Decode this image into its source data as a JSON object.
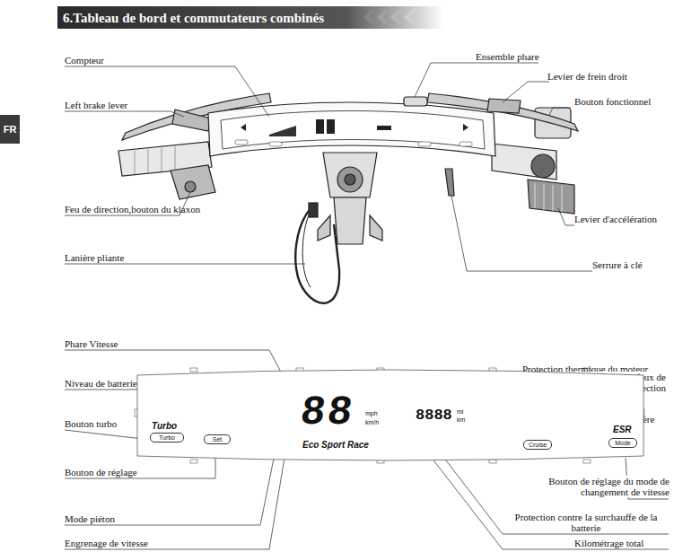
{
  "diagram": {
    "title": "6.Tableau de bord et commutateurs combinés",
    "nodes": [
      {
        "text": [
          "FR"
        ]
      },
      {
        "text": [
          "88",
          "mph",
          "km/h",
          "8888",
          "mi",
          "km",
          "Eco Sport Race",
          "Turbo",
          "ESR"
        ]
      },
      {
        "text": [
          "Turbo"
        ],
        "in": 1
      },
      {
        "text": [
          "Set"
        ],
        "in": 1
      },
      {
        "text": [
          "Cruise"
        ],
        "in": 1
      },
      {
        "text": [
          "Mode"
        ],
        "in": 1
      }
    ],
    "labels": [
      "Compteur",
      "Ensemble phare",
      "Levier de frein droit",
      "Left brake lever",
      "Bouton fonctionnel",
      "Feu de direction,bouton du klaxon",
      "Levier d'accélération",
      "Lanière pliante",
      "Serrure à clé",
      "Phare Vitesse",
      "Niveau de batterie",
      "Bouton turbo",
      "Bouton de réglage",
      "Mode piéton",
      "Engrenage de vitesse",
      "Protection thermique du moteur",
      "Avertissement des feux de direction",
      "Mode de croisière",
      "Bouton de réglage du mode de changement de vitesse",
      "Protection contre la surchauffe de la batterie",
      "Kilométrage total"
    ]
  }
}
